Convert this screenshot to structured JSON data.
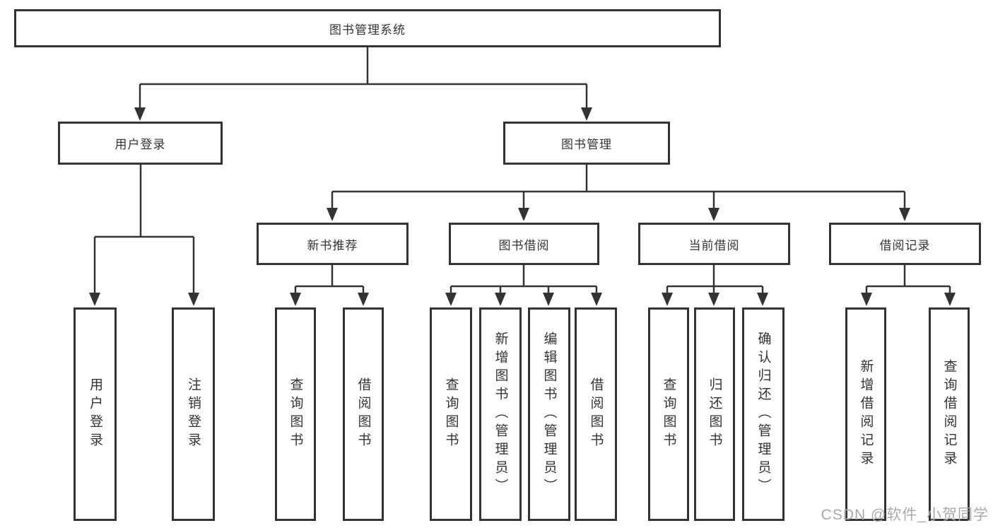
{
  "tree": {
    "label": "图书管理系统",
    "children": [
      {
        "label": "用户登录",
        "children": [
          {
            "label": "用户登录"
          },
          {
            "label": "注销登录"
          }
        ]
      },
      {
        "label": "图书管理",
        "children": [
          {
            "label": "新书推荐",
            "children": [
              {
                "label": "查询图书"
              },
              {
                "label": "借阅图书"
              }
            ]
          },
          {
            "label": "图书借阅",
            "children": [
              {
                "label": "查询图书"
              },
              {
                "label": "新增图书（管理员）"
              },
              {
                "label": "编辑图书（管理员）"
              },
              {
                "label": "借阅图书"
              }
            ]
          },
          {
            "label": "当前借阅",
            "children": [
              {
                "label": "查询图书"
              },
              {
                "label": "归还图书"
              },
              {
                "label": "确认归还（管理员）"
              }
            ]
          },
          {
            "label": "借阅记录",
            "children": [
              {
                "label": "新增借阅记录"
              },
              {
                "label": "查询借阅记录"
              }
            ]
          }
        ]
      }
    ]
  },
  "watermark": {
    "text": "CSDN @软件_小贺同学"
  },
  "colors": {
    "line": "#333333",
    "text": "#333333",
    "background": "#ffffff",
    "watermark": "#a9a9a9"
  }
}
